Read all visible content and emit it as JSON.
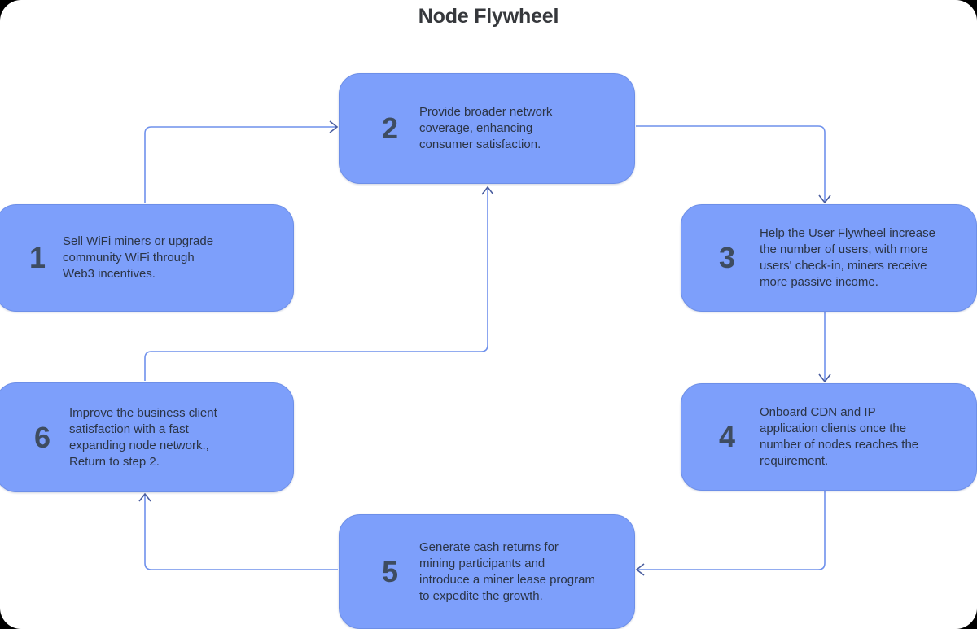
{
  "title": "Node Flywheel",
  "colors": {
    "node_fill": "#7d9ffb",
    "node_border": "#6d8fe8",
    "number": "#3e4c60",
    "body_text": "#2b3445",
    "connector": "#6f91ec",
    "arrowhead": "#4a5d9e",
    "canvas": "#ffffff",
    "page_background": "#000000",
    "title": "#36383c"
  },
  "nodes": [
    {
      "number": "1",
      "text": "Sell WiFi miners or upgrade\ncommunity WiFi through\nWeb3 incentives."
    },
    {
      "number": "2",
      "text": "Provide broader network\ncoverage, enhancing\nconsumer satisfaction."
    },
    {
      "number": "3",
      "text": "Help the User Flywheel increase\nthe number of users, with more\nusers' check-in,  miners receive\nmore passive income."
    },
    {
      "number": "4",
      "text": "Onboard CDN and IP\napplication clients once the\nnumber of nodes reaches the\nrequirement."
    },
    {
      "number": "5",
      "text": "Generate cash returns for\nmining participants and\nintroduce a miner lease program\nto expedite the growth."
    },
    {
      "number": "6",
      "text": "Improve the business client\nsatisfaction with a fast\nexpanding node network.,\nReturn to step 2."
    }
  ],
  "connectors": [
    {
      "name": "arrow-1-to-2",
      "from": "1",
      "to": "2",
      "direction": "right"
    },
    {
      "name": "arrow-2-to-3",
      "from": "2",
      "to": "3",
      "direction": "down"
    },
    {
      "name": "arrow-3-to-4",
      "from": "3",
      "to": "4",
      "direction": "down"
    },
    {
      "name": "arrow-4-to-5",
      "from": "4",
      "to": "5",
      "direction": "left"
    },
    {
      "name": "arrow-5-to-6",
      "from": "5",
      "to": "6",
      "direction": "up"
    },
    {
      "name": "arrow-6-to-2",
      "from": "6",
      "to": "2",
      "direction": "up"
    }
  ]
}
